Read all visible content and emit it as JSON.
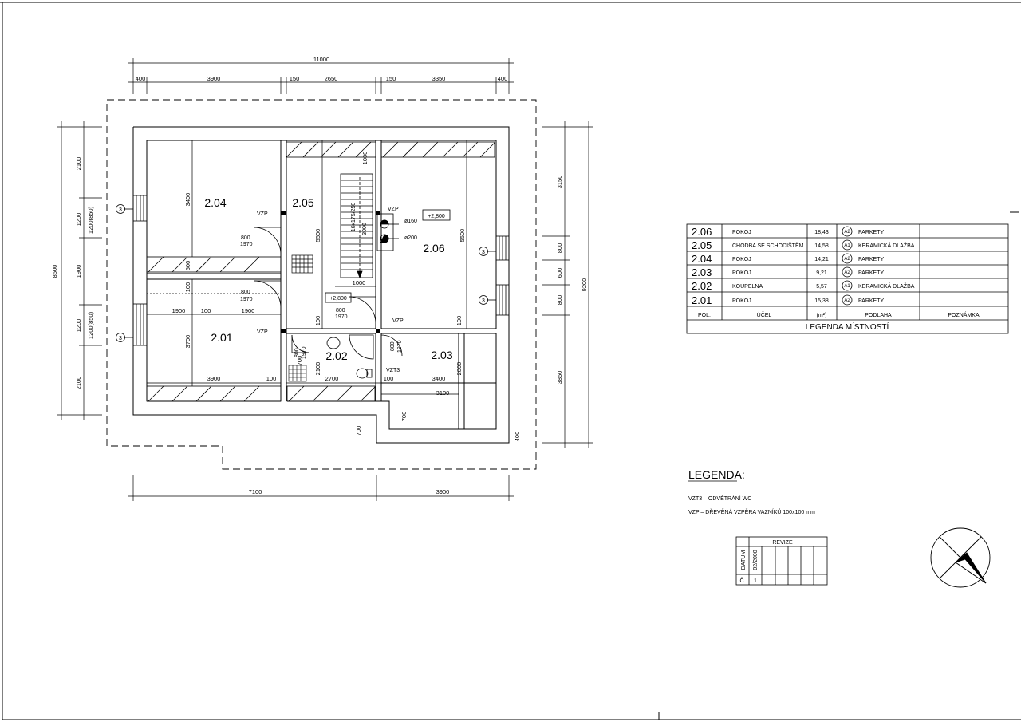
{
  "dimensions": {
    "overall_width": "11000",
    "top_segments": [
      "400",
      "3900",
      "150",
      "2650",
      "150",
      "3350",
      "400"
    ],
    "left_outer": "8500",
    "left_segments": [
      "2100",
      "1200",
      "1200(850)",
      "1900",
      "1200",
      "1200(850)",
      "2100"
    ],
    "right_outer": "9200",
    "right_segments": [
      "3150",
      "800",
      "600",
      "800",
      "3850"
    ],
    "bottom_segments": [
      "7100",
      "3900"
    ],
    "interior": {
      "d3400": "3400",
      "d500": "500",
      "d100a": "100",
      "d1900a": "1900",
      "d100b": "100",
      "d1900b": "1900",
      "d3700": "3700",
      "d3900": "3900",
      "d100c": "100",
      "d5500a": "5500",
      "d1000a": "1000",
      "d1000b": "1000",
      "d5500b": "5500",
      "d100d": "100",
      "d100e": "100",
      "d2100": "2100",
      "d700a": "700",
      "d2700": "2700",
      "d100f": "100",
      "d3400b": "3400",
      "d3100": "3100",
      "d2800": "2800",
      "d700b": "700",
      "d700c": "700",
      "d400": "400"
    }
  },
  "rooms": [
    {
      "id": "2.04"
    },
    {
      "id": "2.05"
    },
    {
      "id": "2.06"
    },
    {
      "id": "2.01"
    },
    {
      "id": "2.02"
    },
    {
      "id": "2.03"
    }
  ],
  "labels": {
    "vzp": "VZP",
    "vzt3": "VZT3",
    "stairs": "16x175/250",
    "stairs_len": "3000",
    "d160": "ø160",
    "d200": "ø200",
    "level1": "+2,800",
    "level2": "+2,800",
    "door_w": "800",
    "door_h": "1970",
    "window_marker": "3"
  },
  "room_table": {
    "rows": [
      {
        "pol": "2.06",
        "ucel": "POKOJ",
        "area": "18,43",
        "floor_code": "A2",
        "floor": "PARKETY"
      },
      {
        "pol": "2.05",
        "ucel": "CHODBA SE SCHODIŠTĚM",
        "area": "14,58",
        "floor_code": "A1",
        "floor": "KERAMICKÁ DLAŽBA"
      },
      {
        "pol": "2.04",
        "ucel": "POKOJ",
        "area": "14,21",
        "floor_code": "A2",
        "floor": "PARKETY"
      },
      {
        "pol": "2.03",
        "ucel": "POKOJ",
        "area": "9,21",
        "floor_code": "A2",
        "floor": "PARKETY"
      },
      {
        "pol": "2.02",
        "ucel": "KOUPELNA",
        "area": "5,57",
        "floor_code": "A1",
        "floor": "KERAMICKÁ DLAŽBA"
      },
      {
        "pol": "2.01",
        "ucel": "POKOJ",
        "area": "15,38",
        "floor_code": "A2",
        "floor": "PARKETY"
      }
    ],
    "headers": {
      "pol": "POL.",
      "ucel": "ÚČEL",
      "area": "(m²)",
      "floor": "PODLAHA",
      "note": "POZNÁMKA"
    },
    "caption": "LEGENDA MÍSTNOSTÍ"
  },
  "legend": {
    "title": "LEGENDA:",
    "items": [
      "VZT3 – ODVĚTRÁNÍ WC",
      "VZP – DŘEVĚNÁ VZPĚRA VAZNÍKŮ 100x100 mm"
    ]
  },
  "revision": {
    "title": "REVIZE",
    "datum_label": "DATUM",
    "datum_value": "02/2000",
    "c_label": "Č.",
    "c_value": "1"
  }
}
